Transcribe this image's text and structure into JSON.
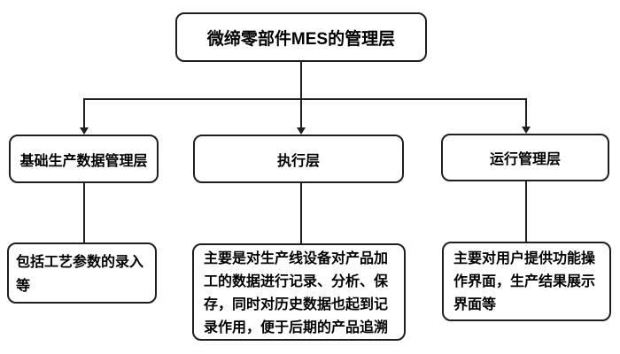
{
  "diagram": {
    "title_node": {
      "label": "微缔零部件MES的管理层"
    },
    "branches": [
      {
        "label": "基础生产数据管理层",
        "description": "包括工艺参数的录入等"
      },
      {
        "label": "执行层",
        "description": "主要是对生产线设备对产品加工的数据进行记录、分析、保存，同时对历史数据也起到记录作用，便于后期的产品追溯"
      },
      {
        "label": "运行管理层",
        "description": "主要对用户提供功能操作界面，生产结果展示界面等"
      }
    ],
    "colors": {
      "line": "#1f1f1f",
      "box_border": "#1f1f1f",
      "text": "#000000",
      "background": "#ffffff"
    }
  }
}
